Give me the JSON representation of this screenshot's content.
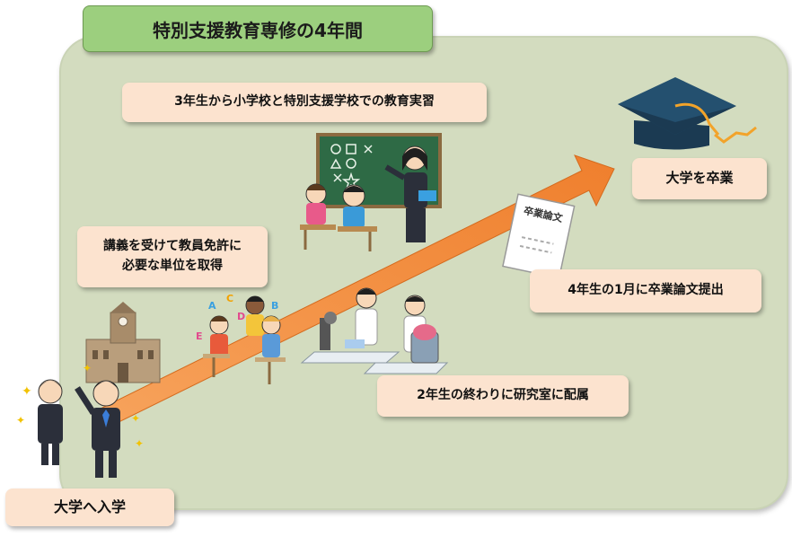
{
  "title": "特別支援教育専修の4年間",
  "steps": {
    "enroll": "大学へ入学",
    "credits_line1": "講義を受けて教員免許に",
    "credits_line2": "必要な単位を取得",
    "lab": "2年生の終わりに研究室に配属",
    "practice": "3年生から小学校と特別支援学校での教育実習",
    "thesis": "4年生の1月に卒業論文提出",
    "graduate": "大学を卒業"
  },
  "thesis_paper": {
    "text": "卒業論文"
  },
  "colors": {
    "panel": "#d3dcbf",
    "title_box": "#9ccf7e",
    "label_box": "#fce3cf",
    "arrow": "#f28a3b"
  },
  "illustrations": [
    "students-celebrating-illustration",
    "university-building-illustration",
    "lecture-students-illustration",
    "research-lab-illustration",
    "classroom-teaching-illustration",
    "thesis-paper-illustration",
    "graduation-cap-icon"
  ]
}
